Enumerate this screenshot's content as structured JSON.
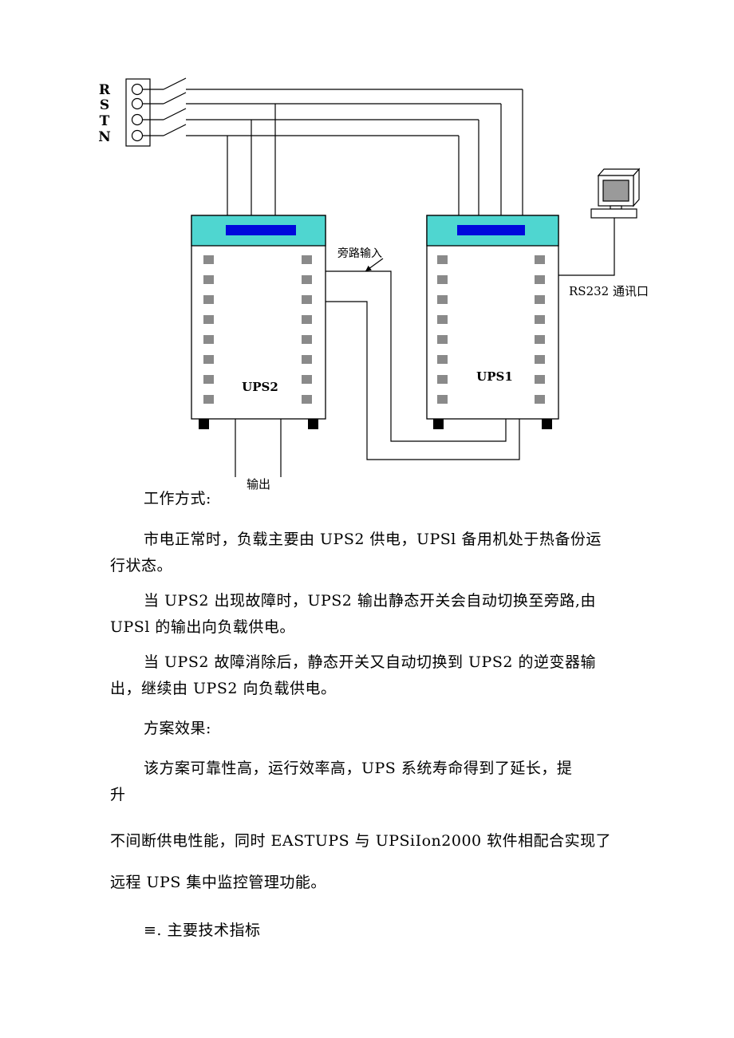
{
  "diagram": {
    "phases": [
      "R",
      "S",
      "T",
      "N"
    ],
    "ups2_label": "UPS2",
    "ups1_label": "UPS1",
    "bypass_label": "旁路输入",
    "rs232_label": "RS232 通讯口",
    "output_label": "输出",
    "colors": {
      "panel_teal": "#4fd6d0",
      "display_blue": "#0008dc",
      "vent_gray": "#8a8a8a",
      "screen_gray": "#9a9a9a",
      "wire_black": "#000000"
    }
  },
  "content": {
    "work_mode_heading": "工作方式:",
    "para1": [
      "市电正常时，负载主要由 UPS2 供电，UPSl 备用机处于热备份运",
      "行状态。"
    ],
    "para2": [
      "当 UPS2 出现故障时，UPS2 输出静态开关会自动切换至旁路,由",
      "UPSl 的输出向负载供电。"
    ],
    "para3": [
      "当 UPS2 故障消除后，静态开关又自动切换到 UPS2 的逆变器输",
      "出，继续由 UPS2 向负载供电。"
    ],
    "effect_heading": "方案效果:",
    "para4": [
      "该方案可靠性高，运行效率高，UPS 系统寿命得到了延长，提",
      "升"
    ],
    "para5": "不间断供电性能，同时 EASTUPS 与 UPSiIon2000 软件相配合实现了",
    "para6": "远程 UPS 集中监控管理功能。",
    "section_heading": "≡. 主要技术指标"
  }
}
